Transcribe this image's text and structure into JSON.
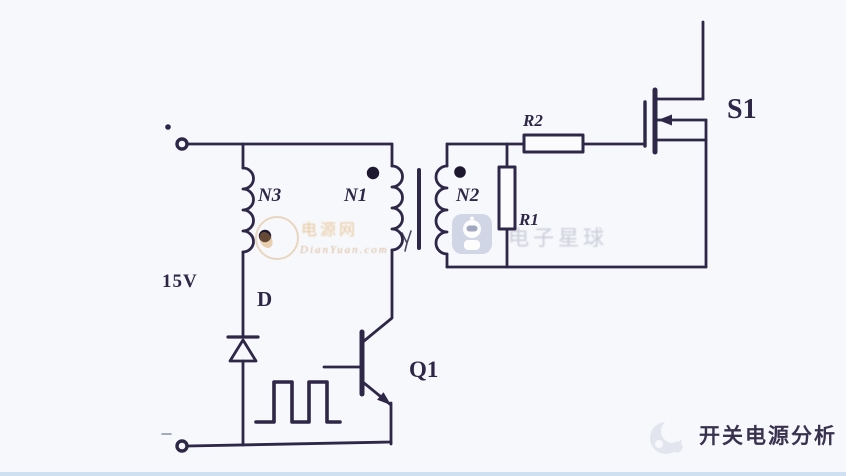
{
  "labels": {
    "supply": "15V",
    "aux_winding": "N3",
    "primary_winding": "N1",
    "secondary_winding": "N2",
    "diode": "D",
    "transistor": "Q1",
    "resistor_r1": "R1",
    "resistor_r2": "R2",
    "mosfet": "S1"
  },
  "watermarks": {
    "dianyuan_cn": "电源网",
    "dianyuan_domain": "DianYuan.com",
    "planet_text": "电子星球",
    "footer_text": "开关电源分析"
  },
  "icons": {
    "terminal_positive_mark": "small-dot",
    "terminal_negative_mark": "small-dash",
    "phase_dots": "winding-polarity-dots",
    "square_wave": "base-drive-pulse-waveform",
    "transformer_core": "single-bar-core",
    "footer_logo": "gray-swirl-logo",
    "robot_logo": "blue-robot-badge"
  },
  "colors": {
    "line": "#2e2747",
    "background": "#f7f8fb",
    "bottom_strip": "#cfe0f2",
    "watermark_orange": "#db9942",
    "watermark_blue_gray": "#a6b0d0",
    "watermark_text_gray": "#949ab2",
    "footer_text": "#39324e"
  }
}
